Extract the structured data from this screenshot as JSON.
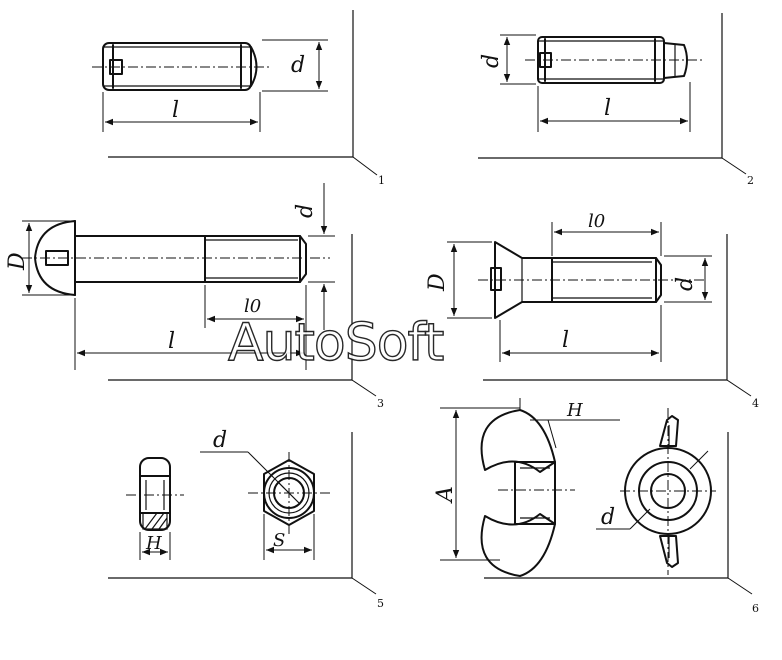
{
  "watermark": "AutoSoft",
  "figures": [
    {
      "number": "1",
      "labels": {
        "d": "d",
        "l": "l"
      }
    },
    {
      "number": "2",
      "labels": {
        "d": "d",
        "l": "l"
      }
    },
    {
      "number": "3",
      "labels": {
        "D": "D",
        "d": "d",
        "l0": "l0",
        "l": "l"
      }
    },
    {
      "number": "4",
      "labels": {
        "l0": "l0",
        "D": "D",
        "d": "d",
        "l": "l"
      }
    },
    {
      "number": "5",
      "labels": {
        "d": "d",
        "H": "H",
        "S": "S"
      }
    },
    {
      "number": "6",
      "labels": {
        "H": "H",
        "A": "A",
        "d": "d"
      }
    }
  ]
}
